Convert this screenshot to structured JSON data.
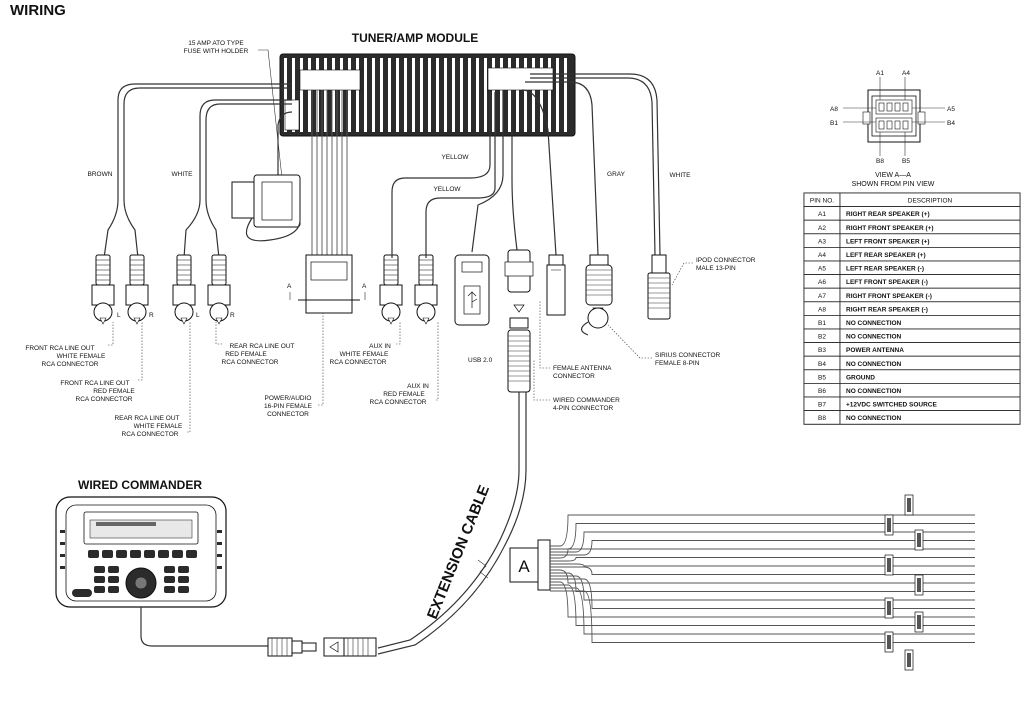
{
  "title": "WIRING",
  "module_title": "TUNER/AMP MODULE",
  "commander_title": "WIRED COMMANDER",
  "fuse_label": [
    "15 AMP ATO TYPE",
    "FUSE WITH HOLDER"
  ],
  "wire_colors": {
    "brown": "BROWN",
    "white_left": "WHITE",
    "yellow1": "YELLOW",
    "yellow2": "YELLOW",
    "gray": "GRAY",
    "white_right": "WHITE"
  },
  "callouts": {
    "front_white": [
      "FRONT RCA LINE OUT",
      "WHITE FEMALE",
      "RCA CONNECTOR"
    ],
    "front_red": [
      "FRONT RCA LINE OUT",
      "RED FEMALE",
      "RCA CONNECTOR"
    ],
    "rear_white": [
      "REAR RCA LINE OUT",
      "WHITE FEMALE",
      "RCA CONNECTOR"
    ],
    "rear_red": [
      "REAR RCA LINE OUT",
      "RED FEMALE",
      "RCA CONNECTOR"
    ],
    "power_audio": [
      "POWER/AUDIO",
      "16-PIN FEMALE",
      "CONNECTOR"
    ],
    "aux_white": [
      "AUX IN",
      "WHITE FEMALE",
      "RCA CONNECTOR"
    ],
    "aux_red": [
      "AUX IN",
      "RED FEMALE",
      "RCA CONNECTOR"
    ],
    "usb": "USB 2.0",
    "antenna": [
      "FEMALE ANTENNA",
      "CONNECTOR"
    ],
    "wired_commander": [
      "WIRED COMMANDER",
      "4-PIN CONNECTOR"
    ],
    "sirius": [
      "SIRIUS CONNECTOR",
      "FEMALE 8-PIN"
    ],
    "ipod": [
      "IPOD CONNECTOR",
      "MALE 13-PIN"
    ]
  },
  "lr_marks": {
    "l": "L",
    "r": "R"
  },
  "a_marks": {
    "a": "A"
  },
  "extension_cable": "EXTENSION CABLE",
  "connector_a": "A",
  "pin_view": {
    "top_left": "A1",
    "top_right": "A4",
    "left_top": "A8",
    "left_bottom": "B1",
    "right_top": "A5",
    "right_bottom": "B4",
    "bottom_left": "B8",
    "bottom_right": "B5",
    "caption_1": "VIEW  A—A",
    "caption_2": "SHOWN  FROM  PIN  VIEW"
  },
  "pin_table": {
    "headers": [
      "PIN  NO.",
      "DESCRIPTION"
    ],
    "rows": [
      [
        "A1",
        "RIGHT REAR SPEAKER (+)"
      ],
      [
        "A2",
        "RIGHT FRONT SPEAKER (+)"
      ],
      [
        "A3",
        "LEFT FRONT SPEAKER (+)"
      ],
      [
        "A4",
        "LEFT REAR SPEAKER (+)"
      ],
      [
        "A5",
        "LEFT REAR SPEAKER (-)"
      ],
      [
        "A6",
        "LEFT FRONT SPEAKER (-)"
      ],
      [
        "A7",
        "RIGHT FRONT SPEAKER (-)"
      ],
      [
        "A8",
        "RIGHT REAR SPEAKER (-)"
      ],
      [
        "B1",
        "NO CONNECTION"
      ],
      [
        "B2",
        "NO CONNECTION"
      ],
      [
        "B3",
        "POWER ANTENNA"
      ],
      [
        "B4",
        "NO CONNECTION"
      ],
      [
        "B5",
        "GROUND"
      ],
      [
        "B6",
        "NO CONNECTION"
      ],
      [
        "B7",
        "+12VDC SWITCHED SOURCE"
      ],
      [
        "B8",
        "NO CONNECTION"
      ]
    ]
  }
}
